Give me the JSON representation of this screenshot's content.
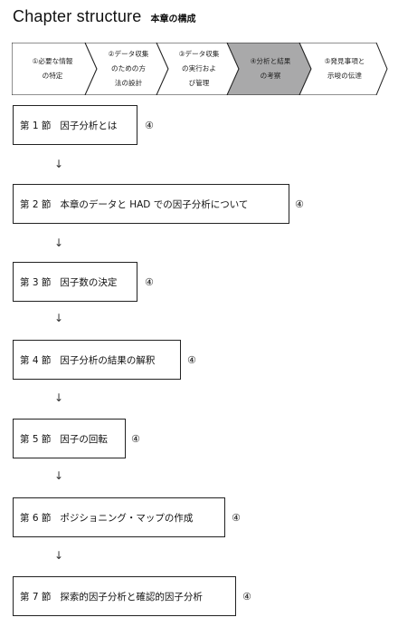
{
  "header": {
    "title": "Chapter structure",
    "subtitle": "本章の構成"
  },
  "process_steps": [
    {
      "label": "①必要な情報\nの特定",
      "active": false
    },
    {
      "label": "②データ収集\nのための方\n法の設計",
      "active": false
    },
    {
      "label": "③データ収集\nの実行およ\nび管理",
      "active": false
    },
    {
      "label": "④分析と結果\nの考察",
      "active": true
    },
    {
      "label": "⑤発見事項と\n示唆の伝達",
      "active": false
    }
  ],
  "colors": {
    "active_fill": "#a9a9aa",
    "border": "#222222"
  },
  "arrow_glyph": "↓",
  "sections": [
    {
      "num": "第 1 節",
      "title": "因子分析とは",
      "badge": "④"
    },
    {
      "num": "第 2 節",
      "title": "本章のデータと HAD での因子分析について",
      "badge": "④"
    },
    {
      "num": "第 3 節",
      "title": "因子数の決定",
      "badge": "④"
    },
    {
      "num": "第 4 節",
      "title": "因子分析の結果の解釈",
      "badge": "④"
    },
    {
      "num": "第 5 節",
      "title": "因子の回転",
      "badge": "④"
    },
    {
      "num": "第 6 節",
      "title": "ポジショニング・マップの作成",
      "badge": "④"
    },
    {
      "num": "第 7 節",
      "title": "探索的因子分析と確認的因子分析",
      "badge": "④"
    }
  ]
}
